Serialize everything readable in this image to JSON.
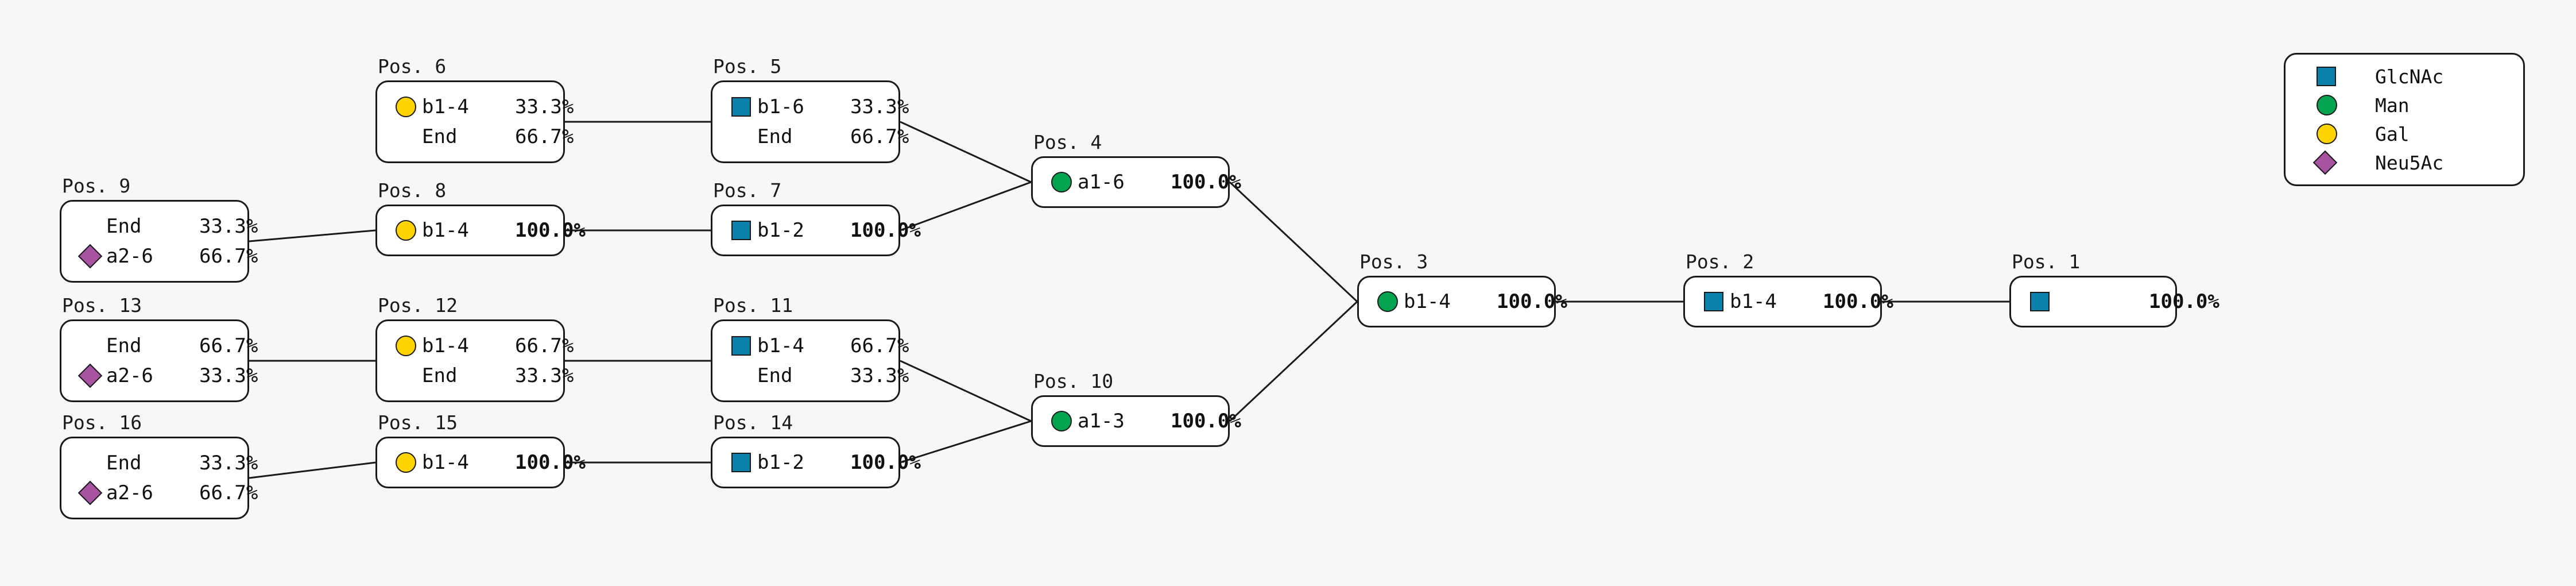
{
  "diagram": {
    "title": "Glycan branch position occupancy tree",
    "background_color": "#f7f7f7",
    "node_border_color": "#1a1a1a",
    "node_fill_color": "#ffffff",
    "edge_color": "#1a1a1a"
  },
  "legend": {
    "items": [
      {
        "label": "GlcNAc",
        "shape": "square",
        "color": "#0b81ab"
      },
      {
        "label": "Man",
        "shape": "circle",
        "color": "#03a34f"
      },
      {
        "label": "Gal",
        "shape": "circle",
        "color": "#ffd400"
      },
      {
        "label": "Neu5Ac",
        "shape": "diamond",
        "color": "#a8539f"
      }
    ]
  },
  "nodes": [
    {
      "id": "pos1",
      "caption": "Pos. 1",
      "rows": [
        {
          "glyph": "square",
          "residue": "GlcNAc",
          "linkage": "",
          "percent": "100.0%",
          "bold": true
        }
      ]
    },
    {
      "id": "pos2",
      "caption": "Pos. 2",
      "rows": [
        {
          "glyph": "square",
          "residue": "GlcNAc",
          "linkage": "b1-4",
          "percent": "100.0%",
          "bold": true
        }
      ]
    },
    {
      "id": "pos3",
      "caption": "Pos. 3",
      "rows": [
        {
          "glyph": "circle-man",
          "residue": "Man",
          "linkage": "b1-4",
          "percent": "100.0%",
          "bold": true
        }
      ]
    },
    {
      "id": "pos4",
      "caption": "Pos. 4",
      "rows": [
        {
          "glyph": "circle-man",
          "residue": "Man",
          "linkage": "a1-6",
          "percent": "100.0%",
          "bold": true
        }
      ]
    },
    {
      "id": "pos5",
      "caption": "Pos. 5",
      "rows": [
        {
          "glyph": "square",
          "residue": "GlcNAc",
          "linkage": "b1-6",
          "percent": "33.3%",
          "bold": false
        },
        {
          "glyph": "none",
          "residue": "",
          "linkage": "End",
          "percent": "66.7%",
          "bold": false
        }
      ]
    },
    {
      "id": "pos6",
      "caption": "Pos. 6",
      "rows": [
        {
          "glyph": "circle-gal",
          "residue": "Gal",
          "linkage": "b1-4",
          "percent": "33.3%",
          "bold": false
        },
        {
          "glyph": "none",
          "residue": "",
          "linkage": "End",
          "percent": "66.7%",
          "bold": false
        }
      ]
    },
    {
      "id": "pos7",
      "caption": "Pos. 7",
      "rows": [
        {
          "glyph": "square",
          "residue": "GlcNAc",
          "linkage": "b1-2",
          "percent": "100.0%",
          "bold": true
        }
      ]
    },
    {
      "id": "pos8",
      "caption": "Pos. 8",
      "rows": [
        {
          "glyph": "circle-gal",
          "residue": "Gal",
          "linkage": "b1-4",
          "percent": "100.0%",
          "bold": true
        }
      ]
    },
    {
      "id": "pos9",
      "caption": "Pos. 9",
      "rows": [
        {
          "glyph": "none",
          "residue": "",
          "linkage": "End",
          "percent": "33.3%",
          "bold": false
        },
        {
          "glyph": "diamond",
          "residue": "Neu5Ac",
          "linkage": "a2-6",
          "percent": "66.7%",
          "bold": false
        }
      ]
    },
    {
      "id": "pos10",
      "caption": "Pos. 10",
      "rows": [
        {
          "glyph": "circle-man",
          "residue": "Man",
          "linkage": "a1-3",
          "percent": "100.0%",
          "bold": true
        }
      ]
    },
    {
      "id": "pos11",
      "caption": "Pos. 11",
      "rows": [
        {
          "glyph": "square",
          "residue": "GlcNAc",
          "linkage": "b1-4",
          "percent": "66.7%",
          "bold": false
        },
        {
          "glyph": "none",
          "residue": "",
          "linkage": "End",
          "percent": "33.3%",
          "bold": false
        }
      ]
    },
    {
      "id": "pos12",
      "caption": "Pos. 12",
      "rows": [
        {
          "glyph": "circle-gal",
          "residue": "Gal",
          "linkage": "b1-4",
          "percent": "66.7%",
          "bold": false
        },
        {
          "glyph": "none",
          "residue": "",
          "linkage": "End",
          "percent": "33.3%",
          "bold": false
        }
      ]
    },
    {
      "id": "pos13",
      "caption": "Pos. 13",
      "rows": [
        {
          "glyph": "none",
          "residue": "",
          "linkage": "End",
          "percent": "66.7%",
          "bold": false
        },
        {
          "glyph": "diamond",
          "residue": "Neu5Ac",
          "linkage": "a2-6",
          "percent": "33.3%",
          "bold": false
        }
      ]
    },
    {
      "id": "pos14",
      "caption": "Pos. 14",
      "rows": [
        {
          "glyph": "square",
          "residue": "GlcNAc",
          "linkage": "b1-2",
          "percent": "100.0%",
          "bold": true
        }
      ]
    },
    {
      "id": "pos15",
      "caption": "Pos. 15",
      "rows": [
        {
          "glyph": "circle-gal",
          "residue": "Gal",
          "linkage": "b1-4",
          "percent": "100.0%",
          "bold": true
        }
      ]
    },
    {
      "id": "pos16",
      "caption": "Pos. 16",
      "rows": [
        {
          "glyph": "none",
          "residue": "",
          "linkage": "End",
          "percent": "33.3%",
          "bold": false
        },
        {
          "glyph": "diamond",
          "residue": "Neu5Ac",
          "linkage": "a2-6",
          "percent": "66.7%",
          "bold": false
        }
      ]
    }
  ],
  "edges": [
    {
      "from": "pos6",
      "to": "pos5"
    },
    {
      "from": "pos5",
      "to": "pos4"
    },
    {
      "from": "pos9",
      "to": "pos8"
    },
    {
      "from": "pos8",
      "to": "pos7"
    },
    {
      "from": "pos7",
      "to": "pos4"
    },
    {
      "from": "pos4",
      "to": "pos3"
    },
    {
      "from": "pos13",
      "to": "pos12"
    },
    {
      "from": "pos12",
      "to": "pos11"
    },
    {
      "from": "pos11",
      "to": "pos10"
    },
    {
      "from": "pos16",
      "to": "pos15"
    },
    {
      "from": "pos15",
      "to": "pos14"
    },
    {
      "from": "pos14",
      "to": "pos10"
    },
    {
      "from": "pos10",
      "to": "pos3"
    },
    {
      "from": "pos3",
      "to": "pos2"
    },
    {
      "from": "pos2",
      "to": "pos1"
    }
  ]
}
